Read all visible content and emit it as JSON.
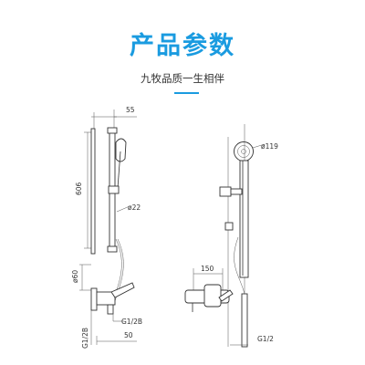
{
  "header": {
    "title": "产品参数",
    "subtitle": "九牧品质一生相伴"
  },
  "diagram": {
    "left_view": {
      "dim_width_top": "55",
      "dim_height_rail": "606",
      "dim_rail_dia": "ø22",
      "dim_mixer_dia": "ø60",
      "dim_thread_bottom": "G1/2B",
      "dim_thread_side": "G1/2B",
      "dim_offset": "50"
    },
    "right_view": {
      "dim_head_dia": "ø119",
      "dim_mixer_width": "150",
      "dim_thread_hose": "G1/2"
    }
  }
}
